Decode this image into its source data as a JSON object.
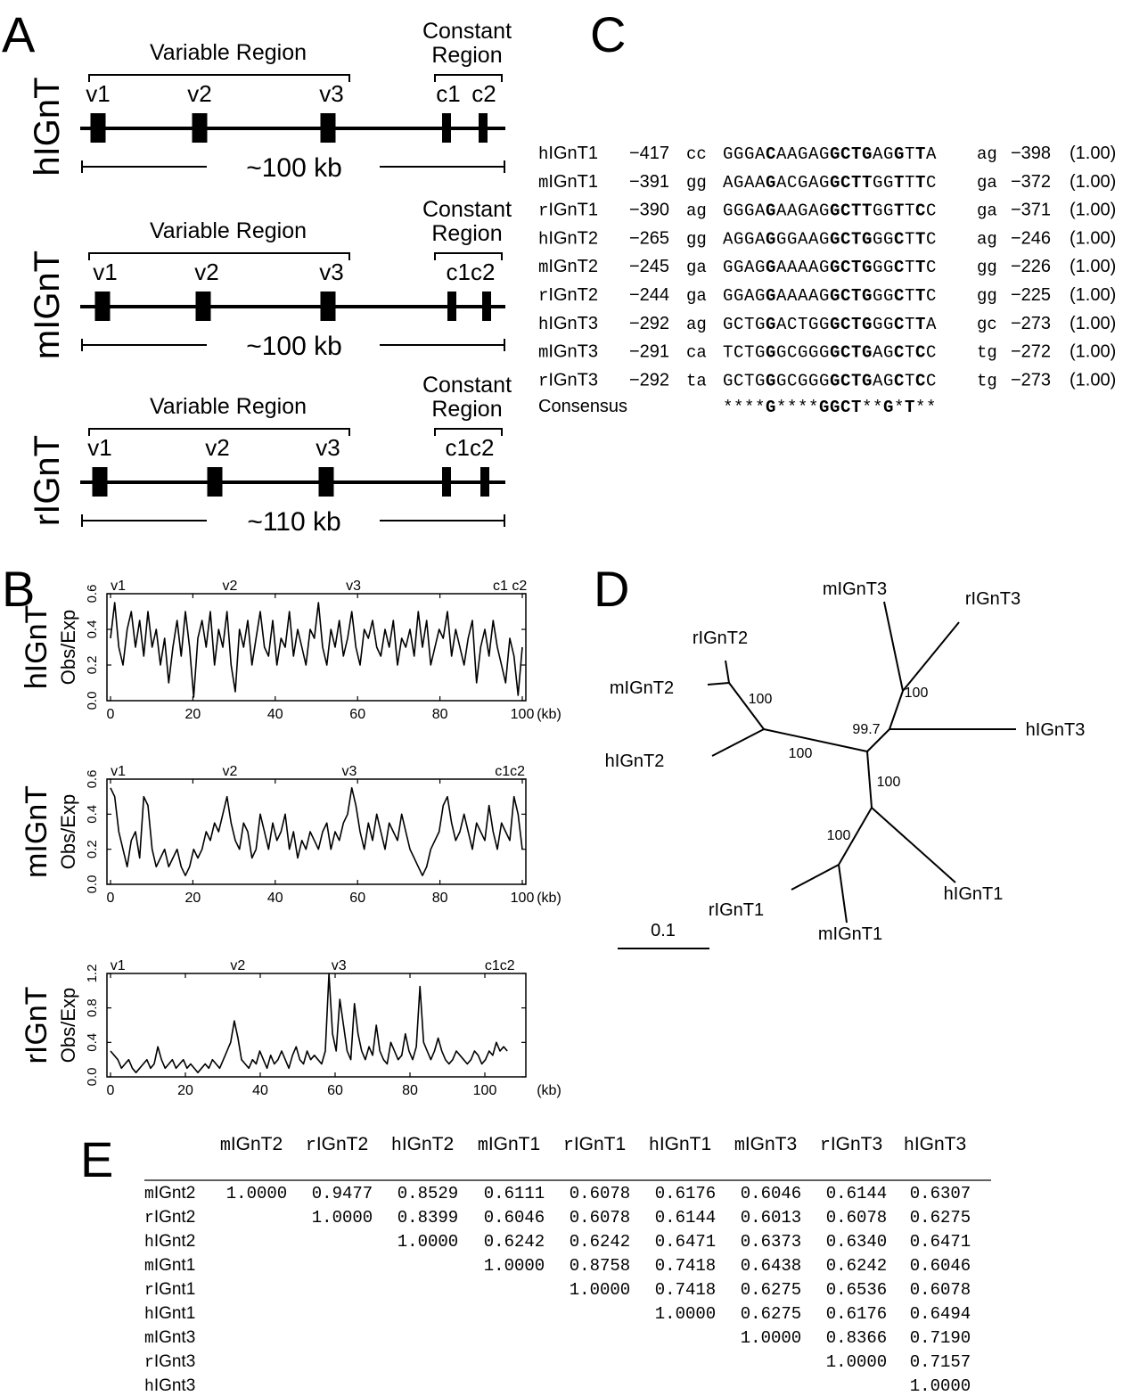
{
  "panel_letters": [
    "A",
    "B",
    "C",
    "D",
    "E"
  ],
  "panelA": {
    "genes": [
      {
        "name": "hIGnT",
        "variable_label": "Variable Region",
        "constant_label_1": "Constant",
        "constant_label_2": "Region",
        "exons": [
          "v1",
          "v2",
          "v3",
          "c1",
          "c2"
        ],
        "size_label": "~100 kb"
      },
      {
        "name": "mIGnT",
        "variable_label": "Variable Region",
        "constant_label_1": "Constant",
        "constant_label_2": "Region",
        "exons": [
          "v1",
          "v2",
          "v3",
          "c1c2"
        ],
        "size_label": "~100 kb"
      },
      {
        "name": "rIGnT",
        "variable_label": "Variable Region",
        "constant_label_1": "Constant",
        "constant_label_2": "Region",
        "exons": [
          "v1",
          "v2",
          "v3",
          "c1c2"
        ],
        "size_label": "~110 kb"
      }
    ]
  },
  "panelB": {
    "ylabel": "Obs/Exp",
    "xunit": "(kb)",
    "plots": [
      {
        "gene": "hIGnT",
        "markers": [
          "v1",
          "v2",
          "v3",
          "c1 c2"
        ],
        "marker_kb": [
          1,
          29,
          59,
          97
        ],
        "xticks": [
          "0",
          "20",
          "40",
          "60",
          "80",
          "100"
        ],
        "xmax": 100,
        "yticks": [
          "0.0",
          "0.2",
          "0.4",
          "0.6"
        ],
        "ymax": 0.6,
        "profile": [
          0.35,
          0.55,
          0.3,
          0.2,
          0.4,
          0.5,
          0.3,
          0.45,
          0.25,
          0.5,
          0.3,
          0.4,
          0.2,
          0.35,
          0.1,
          0.3,
          0.45,
          0.25,
          0.5,
          0.3,
          0.02,
          0.35,
          0.45,
          0.3,
          0.5,
          0.2,
          0.4,
          0.3,
          0.5,
          0.2,
          0.05,
          0.4,
          0.3,
          0.45,
          0.2,
          0.35,
          0.5,
          0.3,
          0.25,
          0.45,
          0.2,
          0.35,
          0.3,
          0.5,
          0.25,
          0.4,
          0.3,
          0.2,
          0.4,
          0.35,
          0.55,
          0.3,
          0.2,
          0.4,
          0.3,
          0.45,
          0.25,
          0.35,
          0.5,
          0.3,
          0.2,
          0.4,
          0.35,
          0.45,
          0.3,
          0.25,
          0.4,
          0.3,
          0.45,
          0.2,
          0.35,
          0.3,
          0.4,
          0.25,
          0.5,
          0.3,
          0.45,
          0.2,
          0.3,
          0.4,
          0.35,
          0.5,
          0.25,
          0.4,
          0.3,
          0.2,
          0.35,
          0.45,
          0.1,
          0.3,
          0.4,
          0.25,
          0.45,
          0.3,
          0.2,
          0.1,
          0.35,
          0.25,
          0.03,
          0.3
        ]
      },
      {
        "gene": "mIGnT",
        "markers": [
          "v1",
          "v2",
          "v3",
          "c1c2"
        ],
        "marker_kb": [
          1,
          29,
          58,
          97
        ],
        "xticks": [
          "0",
          "20",
          "40",
          "60",
          "80",
          "100"
        ],
        "xmax": 100,
        "yticks": [
          "0.0",
          "0.2",
          "0.4",
          "0.6"
        ],
        "ymax": 0.6,
        "profile": [
          0.55,
          0.5,
          0.3,
          0.2,
          0.1,
          0.25,
          0.3,
          0.15,
          0.5,
          0.45,
          0.2,
          0.1,
          0.15,
          0.2,
          0.1,
          0.15,
          0.2,
          0.1,
          0.05,
          0.1,
          0.2,
          0.15,
          0.2,
          0.3,
          0.25,
          0.35,
          0.3,
          0.4,
          0.5,
          0.35,
          0.25,
          0.2,
          0.35,
          0.3,
          0.15,
          0.2,
          0.4,
          0.3,
          0.2,
          0.35,
          0.25,
          0.3,
          0.4,
          0.2,
          0.3,
          0.15,
          0.25,
          0.2,
          0.3,
          0.25,
          0.2,
          0.3,
          0.35,
          0.2,
          0.3,
          0.25,
          0.35,
          0.4,
          0.55,
          0.45,
          0.3,
          0.2,
          0.35,
          0.25,
          0.4,
          0.3,
          0.2,
          0.35,
          0.3,
          0.25,
          0.4,
          0.3,
          0.2,
          0.15,
          0.1,
          0.05,
          0.1,
          0.2,
          0.25,
          0.3,
          0.45,
          0.5,
          0.35,
          0.25,
          0.3,
          0.4,
          0.3,
          0.2,
          0.35,
          0.3,
          0.25,
          0.45,
          0.3,
          0.2,
          0.35,
          0.3,
          0.25,
          0.5,
          0.4,
          0.2
        ]
      },
      {
        "gene": "rIGnT",
        "markers": [
          "v1",
          "v2",
          "v3",
          "c1c2"
        ],
        "marker_kb": [
          1,
          34,
          61,
          104
        ],
        "xticks": [
          "0",
          "20",
          "40",
          "60",
          "80",
          "100"
        ],
        "xmax": 110,
        "yticks": [
          "0.0",
          "0.4",
          "0.8",
          "1.2"
        ],
        "ymax": 1.2,
        "profile": [
          0.3,
          0.25,
          0.2,
          0.1,
          0.15,
          0.2,
          0.1,
          0.05,
          0.1,
          0.15,
          0.2,
          0.1,
          0.15,
          0.35,
          0.2,
          0.1,
          0.15,
          0.2,
          0.1,
          0.15,
          0.2,
          0.1,
          0.15,
          0.1,
          0.05,
          0.1,
          0.15,
          0.1,
          0.2,
          0.15,
          0.1,
          0.2,
          0.3,
          0.4,
          0.65,
          0.45,
          0.2,
          0.15,
          0.1,
          0.2,
          0.15,
          0.3,
          0.2,
          0.1,
          0.25,
          0.15,
          0.2,
          0.3,
          0.2,
          0.1,
          0.25,
          0.35,
          0.2,
          0.15,
          0.3,
          0.2,
          0.25,
          0.2,
          0.15,
          0.3,
          1.2,
          0.5,
          0.3,
          0.9,
          0.6,
          0.3,
          0.2,
          0.85,
          0.5,
          0.3,
          0.2,
          0.35,
          0.25,
          0.6,
          0.3,
          0.2,
          0.15,
          0.4,
          0.3,
          0.2,
          0.25,
          0.5,
          0.3,
          0.2,
          0.35,
          1.05,
          0.4,
          0.3,
          0.2,
          0.3,
          0.45,
          0.3,
          0.2,
          0.15,
          0.2,
          0.3,
          0.25,
          0.2,
          0.15,
          0.2,
          0.3,
          0.25,
          0.15,
          0.2,
          0.3,
          0.25,
          0.4,
          0.3,
          0.35,
          0.3
        ]
      }
    ]
  },
  "panelC": {
    "rows": [
      {
        "name": "hIGnT1",
        "start": "−417",
        "pre": "cc",
        "seq": "GGGACAAGAGGCTGAGGTTA",
        "post": "ag",
        "end": "−398",
        "score": "(1.00)"
      },
      {
        "name": "mIGnT1",
        "start": "−391",
        "pre": "gg",
        "seq": "AGAAGACGAGGCTTGGTTTC",
        "post": "ga",
        "end": "−372",
        "score": "(1.00)"
      },
      {
        "name": "rIGnT1",
        "start": "−390",
        "pre": "ag",
        "seq": "GGGAGAAGAGGCTTGGTTCC",
        "post": "ga",
        "end": "−371",
        "score": "(1.00)"
      },
      {
        "name": "hIGnT2",
        "start": "−265",
        "pre": "gg",
        "seq": "AGGAGGGAAGGCTGGGCTTC",
        "post": "ag",
        "end": "−246",
        "score": "(1.00)"
      },
      {
        "name": "mIGnT2",
        "start": "−245",
        "pre": "ga",
        "seq": "GGAGGAAAAGGCTGGGCTTC",
        "post": "gg",
        "end": "−226",
        "score": "(1.00)"
      },
      {
        "name": "rIGnT2",
        "start": "−244",
        "pre": "ga",
        "seq": "GGAGGAAAAGGCTGGGCTTC",
        "post": "gg",
        "end": "−225",
        "score": "(1.00)"
      },
      {
        "name": "hIGnT3",
        "start": "−292",
        "pre": "ag",
        "seq": "GCTGGACTGGGCTGGGCTTA",
        "post": "gc",
        "end": "−273",
        "score": "(1.00)"
      },
      {
        "name": "mIGnT3",
        "start": "−291",
        "pre": "ca",
        "seq": "TCTGGGCGGGGCTGAGCTCC",
        "post": "tg",
        "end": "−272",
        "score": "(1.00)"
      },
      {
        "name": "rIGnT3",
        "start": "−292",
        "pre": "ta",
        "seq": "GCTGGGCGGGGCTGAGCTCC",
        "post": "tg",
        "end": "−273",
        "score": "(1.00)"
      }
    ],
    "bold_positions": [
      4,
      10,
      11,
      12,
      13,
      16,
      18
    ],
    "consensus_label": "Consensus",
    "consensus": "****G****GGCT**G*T**"
  },
  "panelD": {
    "scale_label": "0.1",
    "leaves": [
      "mIGnT3",
      "rIGnT3",
      "rIGnT2",
      "mIGnT2",
      "hIGnT2",
      "hIGnT3",
      "rIGnT1",
      "mIGnT1",
      "hIGnT1"
    ],
    "bootstrap": [
      "100",
      "100",
      "99.7",
      "100",
      "100",
      "100"
    ]
  },
  "panelE": {
    "columns": [
      "mIGnT2",
      "rIGnT2",
      "hIGnT2",
      "mIGnT1",
      "rIGnT1",
      "hIGnT1",
      "mIGnT3",
      "rIGnT3",
      "hIGnT3"
    ],
    "rows": [
      {
        "name": "mIGnt2",
        "values": [
          "1.0000",
          "0.9477",
          "0.8529",
          "0.6111",
          "0.6078",
          "0.6176",
          "0.6046",
          "0.6144",
          "0.6307"
        ]
      },
      {
        "name": "rIGnt2",
        "values": [
          "1.0000",
          "0.8399",
          "0.6046",
          "0.6078",
          "0.6144",
          "0.6013",
          "0.6078",
          "0.6275"
        ]
      },
      {
        "name": "hIGnt2",
        "values": [
          "1.0000",
          "0.6242",
          "0.6242",
          "0.6471",
          "0.6373",
          "0.6340",
          "0.6471"
        ]
      },
      {
        "name": "mIGnt1",
        "values": [
          "1.0000",
          "0.8758",
          "0.7418",
          "0.6438",
          "0.6242",
          "0.6046"
        ]
      },
      {
        "name": "rIGnt1",
        "values": [
          "1.0000",
          "0.7418",
          "0.6275",
          "0.6536",
          "0.6078"
        ]
      },
      {
        "name": "hIGnt1",
        "values": [
          "1.0000",
          "0.6275",
          "0.6176",
          "0.6494"
        ]
      },
      {
        "name": "mIGnt3",
        "values": [
          "1.0000",
          "0.8366",
          "0.7190"
        ]
      },
      {
        "name": "rIGnt3",
        "values": [
          "1.0000",
          "0.7157"
        ]
      },
      {
        "name": "hIGnt3",
        "values": [
          "1.0000"
        ]
      }
    ]
  }
}
